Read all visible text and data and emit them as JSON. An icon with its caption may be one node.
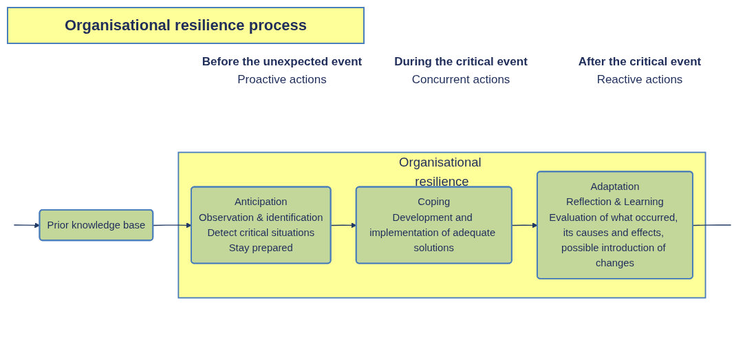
{
  "diagram": {
    "title": "Organisational resilience process",
    "nodes": [
      {
        "text": [
          "Prior knowledge base"
        ]
      },
      {
        "text": [
          "Organisational resilience"
        ]
      },
      {
        "text": [
          "Anticipation",
          "Observation & identification",
          "Detect critical situations",
          "Stay prepared"
        ],
        "in": 1
      },
      {
        "text": [
          "Coping",
          "Development and implementation of adequate solutions"
        ],
        "in": 1
      },
      {
        "text": [
          "Adaptation",
          "Reflection & Learning",
          "Evaluation of what occurred, its causes and effects, possible introduction of changes"
        ],
        "in": 1
      }
    ],
    "edges": [
      {
        "from": null,
        "to": 0,
        "arrow": "to"
      },
      {
        "from": 0,
        "to": 2,
        "arrow": "to"
      },
      {
        "from": 2,
        "to": 3,
        "arrow": "to"
      },
      {
        "from": 3,
        "to": 4,
        "arrow": "to"
      },
      {
        "from": 4,
        "to": null,
        "arrow": "none"
      }
    ],
    "labels": [
      "Before the unexpected event",
      "During the critical event",
      "After the critical event",
      "Proactive actions",
      "Concurrent actions",
      "Reactive actions"
    ]
  }
}
